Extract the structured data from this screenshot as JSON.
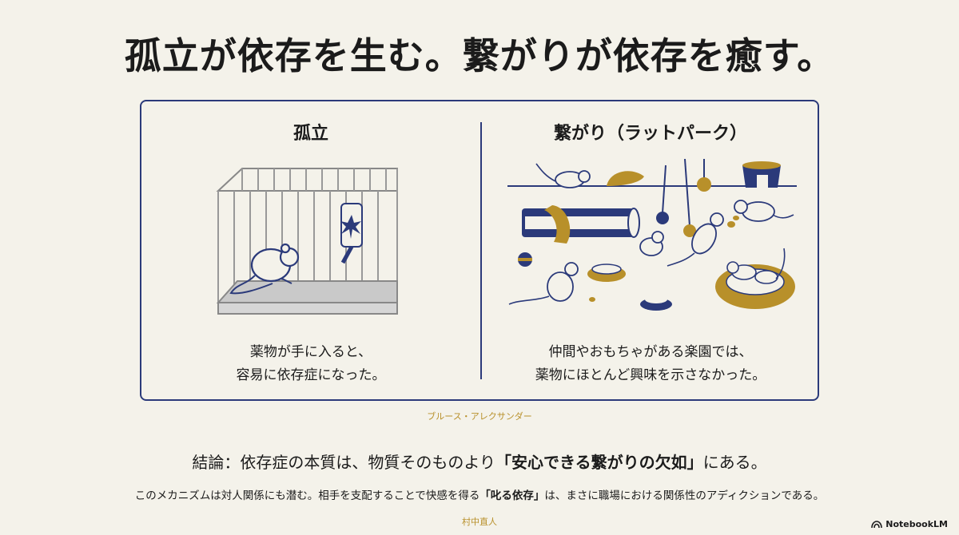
{
  "title": "孤立が依存を生む。繋がりが依存を癒す。",
  "left": {
    "heading": "孤立",
    "caption_line1": "薬物が手に入ると、",
    "caption_line2": "容易に依存症になった。"
  },
  "right": {
    "heading": "繋がり（ラットパーク）",
    "caption_line1": "仲間やおもちゃがある楽園では、",
    "caption_line2": "薬物にほとんど興味を示さなかった。"
  },
  "citation": "ブルース・アレクサンダー",
  "conclusion": {
    "before": "結論：依存症の本質は、物質そのものより",
    "emphasis": "「安心できる繋がりの欠如」",
    "after": "にある。"
  },
  "note": {
    "before": "このメカニズムは対人関係にも潜む。相手を支配することで快感を得る",
    "emphasis": "「叱る依存」",
    "after": "は、まさに職場における関係性のアディクションである。"
  },
  "author": "村中直人",
  "brand": "NotebookLM",
  "colors": {
    "navy": "#2b3a7a",
    "gold": "#b8902a",
    "background": "#f4f2ea"
  }
}
